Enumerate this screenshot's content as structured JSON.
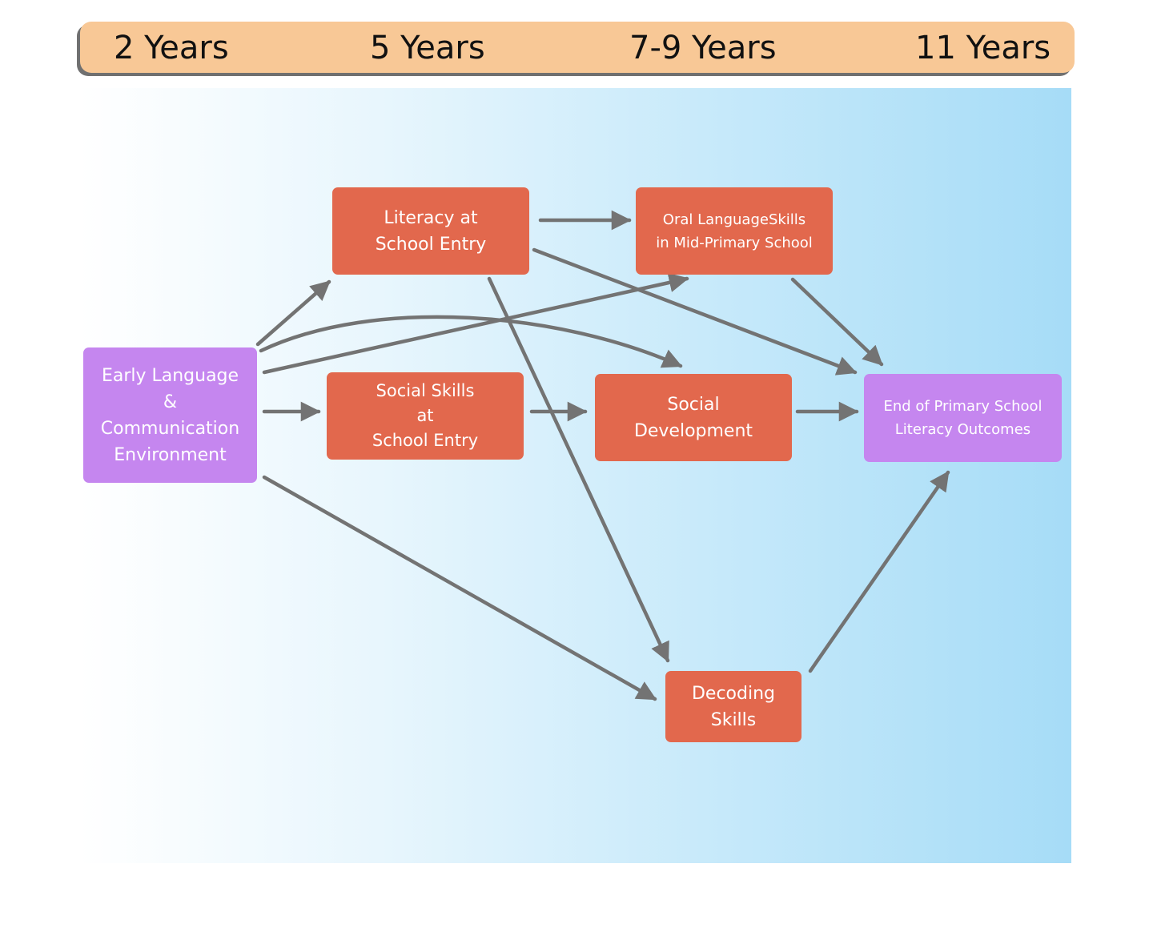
{
  "timeline": {
    "labels": [
      "2 Years",
      "5 Years",
      "7-9 Years",
      "11 Years"
    ]
  },
  "nodes": {
    "early": "Early Language\n&\nCommunication\nEnvironment",
    "literacy": "Literacy at\nSchool Entry",
    "oral": "Oral LanguageSkills\nin Mid-Primary School",
    "social_skills": "Social Skills\nat\nSchool Entry",
    "social_dev": "Social\nDevelopment",
    "outcomes": "End of Primary School\nLiteracy Outcomes",
    "decoding": "Decoding\nSkills"
  },
  "colors": {
    "timeline_bg": "#f8c896",
    "orange_node": "#e2684d",
    "purple_node": "#c586ef",
    "arrow": "#737373",
    "panel_right": "#a6dcf7"
  }
}
